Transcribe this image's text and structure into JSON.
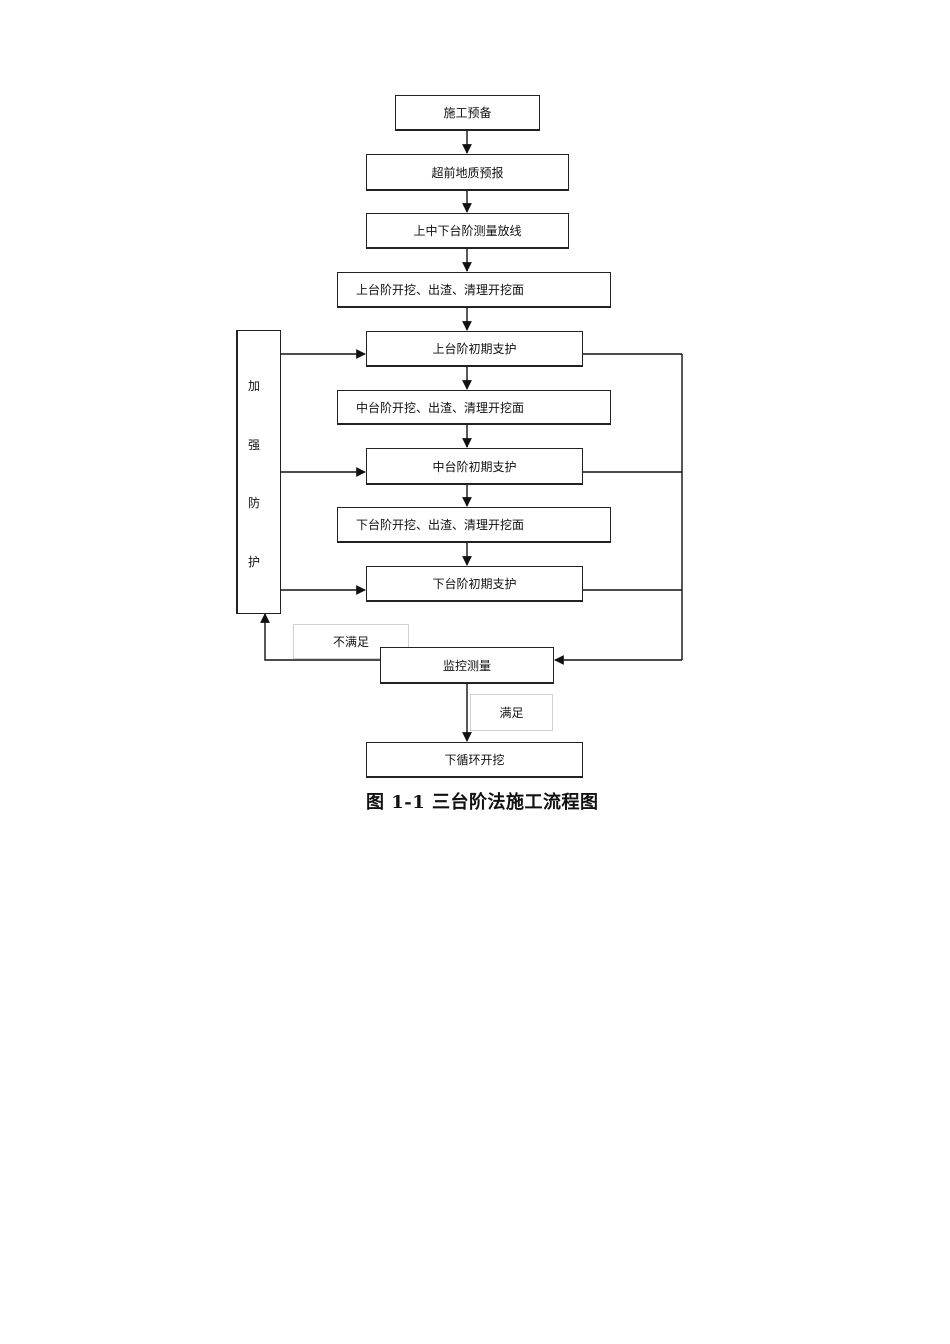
{
  "flowchart": {
    "steps": {
      "prep": "施工预备",
      "forecast": "超前地质预报",
      "survey": "上中下台阶测量放线",
      "upper_excavate": "上台阶开挖、出渣、清理开挖面",
      "upper_support": "上台阶初期支护",
      "middle_excavate": "中台阶开挖、出渣、清理开挖面",
      "middle_support": "中台阶初期支护",
      "lower_excavate": "下台阶开挖、出渣、清理开挖面",
      "lower_support": "下台阶初期支护",
      "monitor": "监控测量",
      "next_cycle": "下循环开挖"
    },
    "reinforce": {
      "chars": [
        "加",
        "强",
        "防",
        "护"
      ]
    },
    "branches": {
      "not_satisfied": "不满足",
      "satisfied": "满足"
    }
  },
  "caption": "图 1-1 三台阶法施工流程图"
}
